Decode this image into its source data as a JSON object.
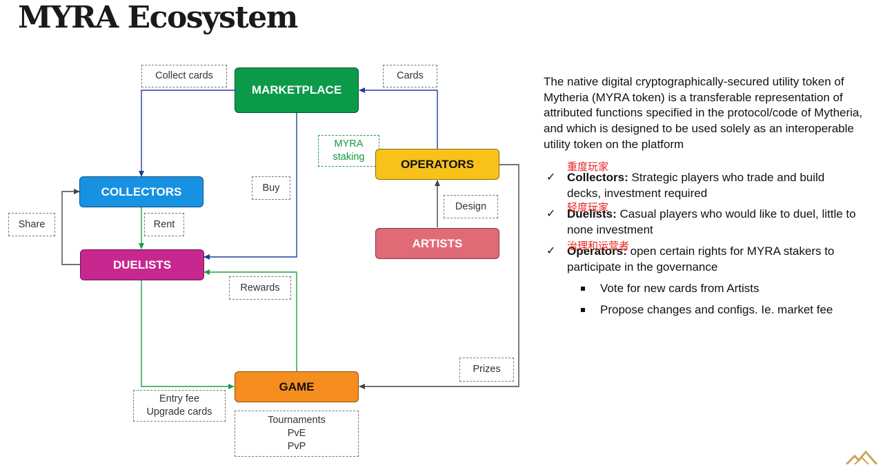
{
  "title": "MYRA Ecosystem",
  "nodes": {
    "marketplace": "MARKETPLACE",
    "collectors": "COLLECTORS",
    "duelists": "DUELISTS",
    "operators": "OPERATORS",
    "artists": "ARTISTS",
    "game": "GAME"
  },
  "node_colors": {
    "marketplace": "#0b9a49",
    "collectors": "#1791e2",
    "duelists": "#c8278f",
    "operators": "#f8c21a",
    "artists": "#e16a77",
    "game": "#f68d1f"
  },
  "edge_colors": {
    "blue": "#1c3f9e",
    "green": "#1aa14a",
    "gray": "#555555"
  },
  "labels": {
    "collect_cards": "Collect cards",
    "cards": "Cards",
    "myra_staking_1": "MYRA",
    "myra_staking_2": "staking",
    "buy": "Buy",
    "share": "Share",
    "rent": "Rent",
    "design": "Design",
    "rewards": "Rewards",
    "prizes": "Prizes",
    "entry_fee_1": "Entry fee",
    "entry_fee_2": "Upgrade cards",
    "game_modes_1": "Tournaments",
    "game_modes_2": "PvE",
    "game_modes_3": "PvP"
  },
  "description": "The native digital cryptographically-secured utility token of Mytheria (MYRA token) is a transferable representation of attributed functions specified in the protocol/code of Mytheria, and which is designed to be used solely as an interoperable utility token on the platform",
  "roles": [
    {
      "name": "Collectors:",
      "text": " Strategic players who trade and build decks, investment required",
      "annotation": "重度玩家"
    },
    {
      "name": "Duelists:",
      "text": " Casual players who would like to duel, little to none investment",
      "annotation": "轻度玩家"
    },
    {
      "name": "Operators:",
      "text": " open certain rights for MYRA stakers to participate in the governance",
      "annotation": "治理和运营者"
    }
  ],
  "operator_rights": [
    "Vote for new cards from Artists",
    "Propose changes and configs. Ie. market fee"
  ],
  "icons": {
    "check": "check-icon",
    "bullet": "square-bullet-icon",
    "logo": "mountain-logo-icon"
  }
}
